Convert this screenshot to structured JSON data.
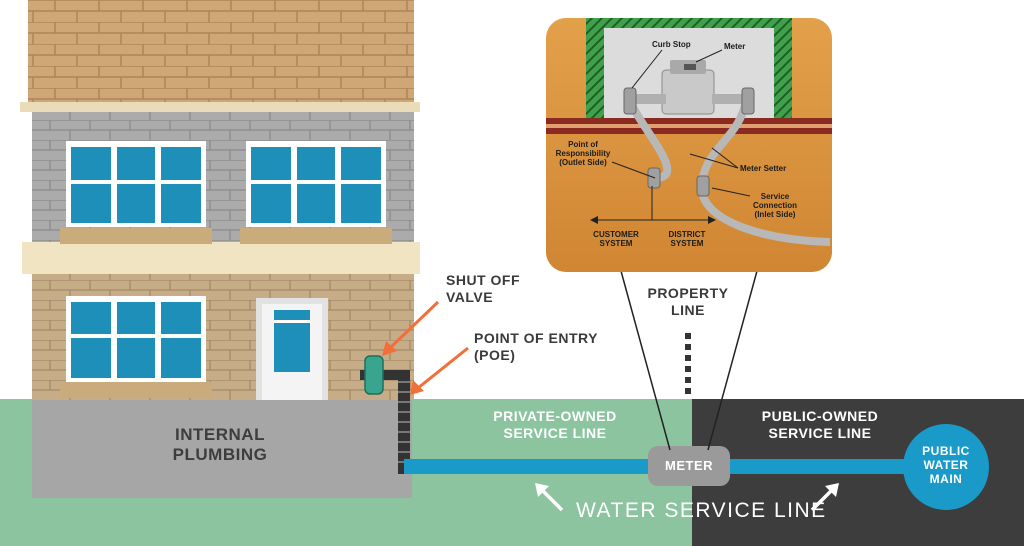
{
  "labels": {
    "internal_plumbing": [
      "INTERNAL",
      "PLUMBING"
    ],
    "shut_off_valve": [
      "SHUT OFF",
      "VALVE"
    ],
    "point_of_entry": [
      "POINT OF ENTRY",
      "(POE)"
    ],
    "property_line": [
      "PROPERTY",
      "LINE"
    ],
    "private_line": [
      "PRIVATE-OWNED",
      "SERVICE LINE"
    ],
    "public_line": [
      "PUBLIC-OWNED",
      "SERVICE LINE"
    ],
    "meter": "METER",
    "public_water_main": [
      "PUBLIC",
      "WATER",
      "MAIN"
    ],
    "water_service_line": "WATER SERVICE LINE"
  },
  "inset": {
    "curb_stop": "Curb Stop",
    "meter": "Meter",
    "point_of_responsibility": [
      "Point of",
      "Responsibility",
      "(Outlet Side)"
    ],
    "meter_setter": "Meter Setter",
    "service_connection": [
      "Service",
      "Connection",
      "(Inlet Side)"
    ],
    "customer_system": [
      "CUSTOMER",
      "SYSTEM"
    ],
    "district_system": [
      "DISTRICT",
      "SYSTEM"
    ]
  },
  "colors": {
    "private_ground": "#8cc4a0",
    "public_ground": "#3d3d3d",
    "pipe_blue": "#1a9ac9",
    "accent_orange": "#f26f3a",
    "inset_bg": "#e09a45",
    "roof": "#c8a070",
    "brick": "#c3aa85",
    "wall_grey": "#a7a7a7",
    "window_blue": "#1e8fb9"
  }
}
